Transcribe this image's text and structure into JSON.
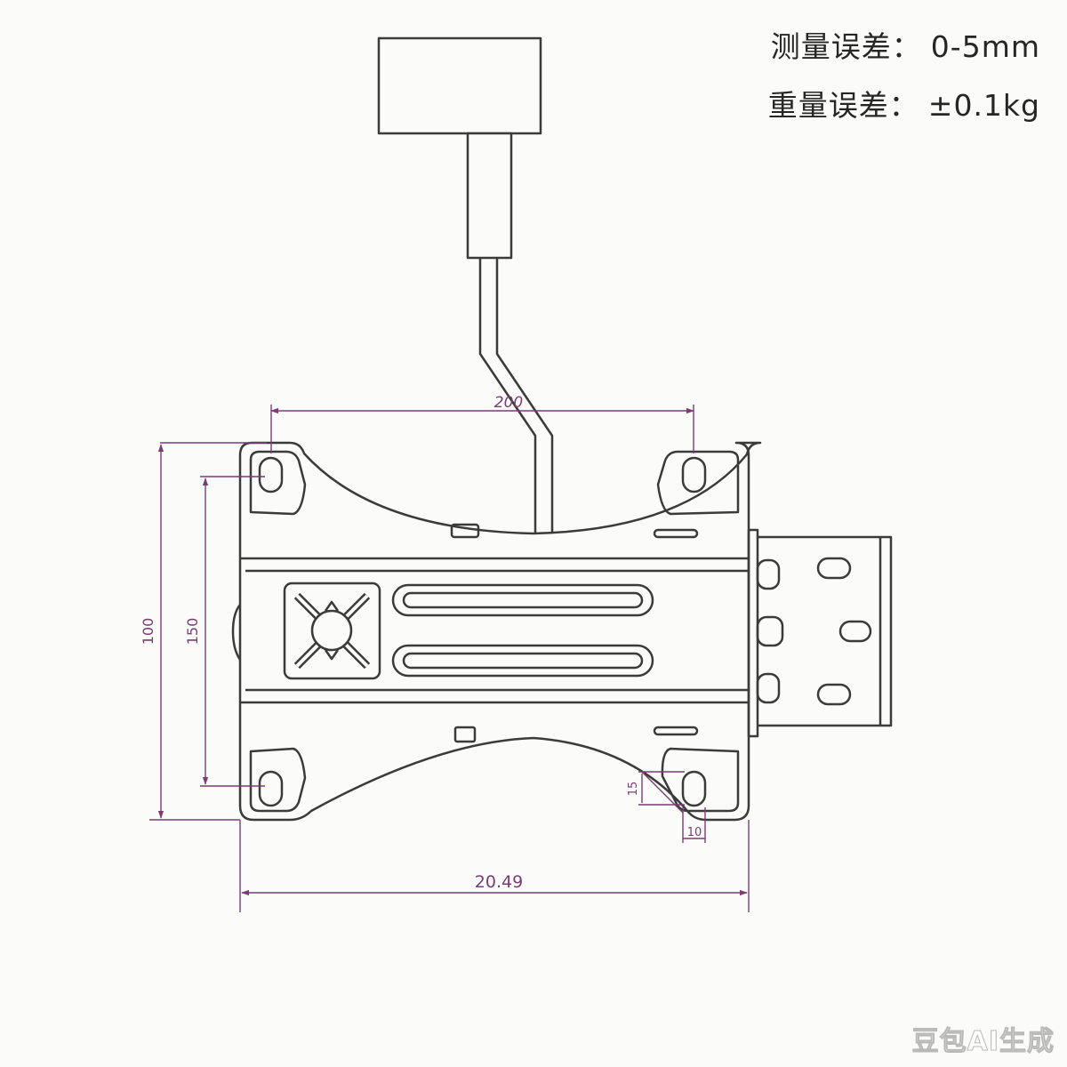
{
  "specs": {
    "measurement_label": "测量误差：",
    "measurement_value": "0-5mm",
    "weight_label": "重量误差：",
    "weight_value": "±0.1kg"
  },
  "dimensions": {
    "top_hole_spacing": "200",
    "outer_height": "100",
    "inner_height": "150",
    "overall_width": "20.49",
    "slot_height": "15",
    "slot_width": "10"
  },
  "watermark": "豆包AI生成",
  "colors": {
    "line": "#3b3b3b",
    "dimension": "#7a3d74",
    "background": "#fbfbf9"
  }
}
